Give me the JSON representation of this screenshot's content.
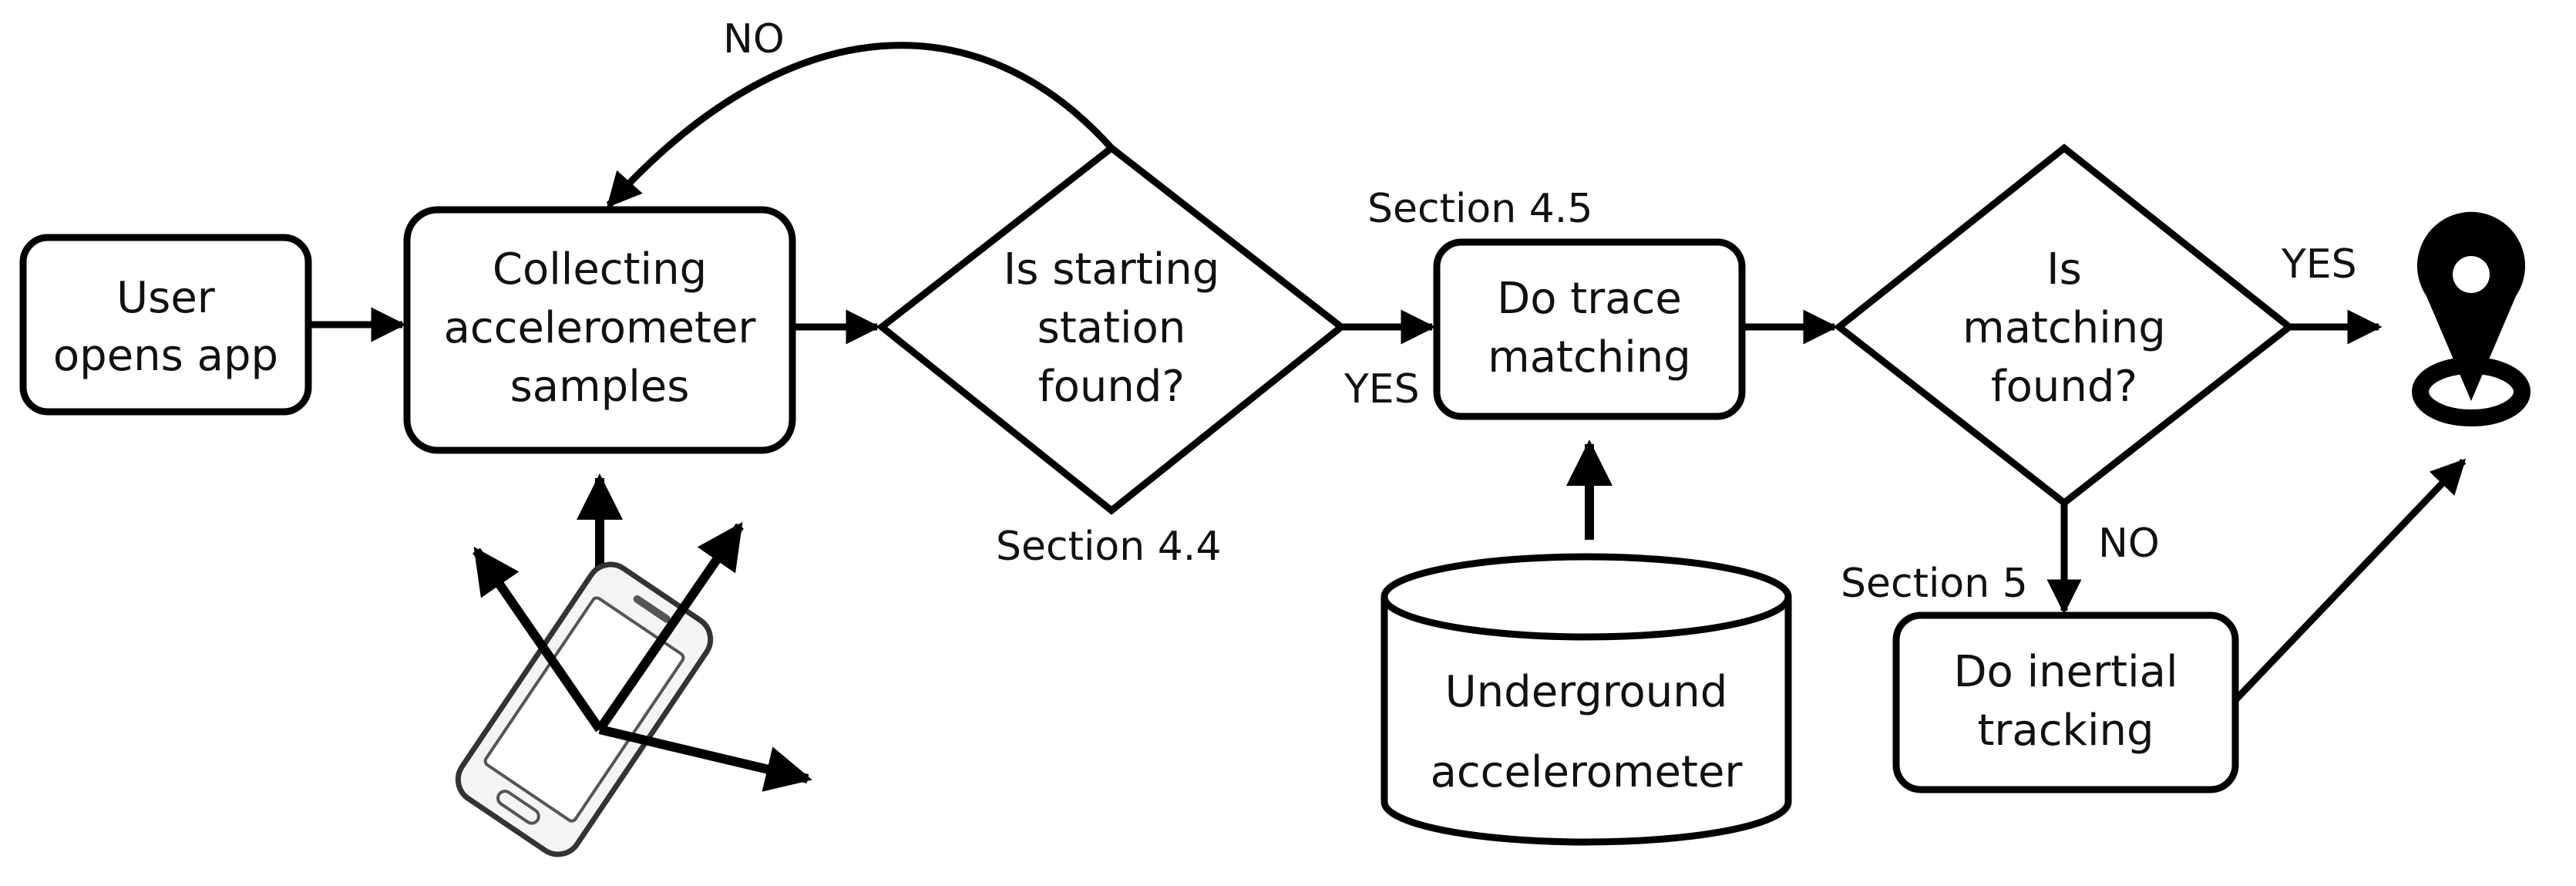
{
  "nodes": {
    "user_opens_app": {
      "lines": [
        "User",
        "opens app"
      ]
    },
    "collecting": {
      "lines": [
        "Collecting",
        "accelerometer",
        "samples"
      ]
    },
    "starting_station": {
      "lines": [
        "Is starting",
        "station",
        "found?"
      ]
    },
    "trace_matching": {
      "lines": [
        "Do trace",
        "matching"
      ]
    },
    "matching_found": {
      "lines": [
        "Is",
        "matching",
        "found?"
      ]
    },
    "inertial_tracking": {
      "lines": [
        "Do inertial",
        "tracking"
      ]
    },
    "database": {
      "lines": [
        "Underground",
        "accelerometer"
      ]
    }
  },
  "labels": {
    "no_loop": "NO",
    "yes_trace": "YES",
    "yes_final": "YES",
    "no_inertial": "NO",
    "section_44": "Section 4.4",
    "section_45": "Section 4.5",
    "section_5": "Section 5"
  },
  "icons": {
    "phone": "smartphone-icon",
    "location": "location-pin-icon"
  },
  "colors": {
    "stroke": "#000000",
    "text": "#111111",
    "background": "#ffffff"
  }
}
